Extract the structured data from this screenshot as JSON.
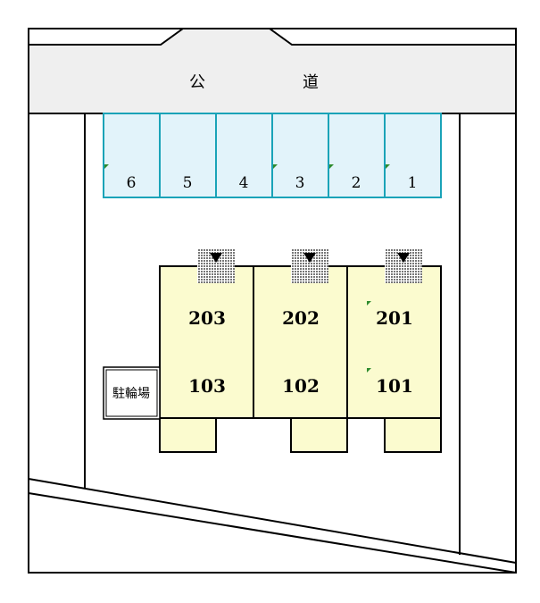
{
  "road": {
    "char1": "公",
    "char2": "道"
  },
  "parking_stalls": [
    "6",
    "5",
    "4",
    "3",
    "2",
    "1"
  ],
  "rooms_upper": [
    "203",
    "202",
    "201"
  ],
  "rooms_lower": [
    "103",
    "102",
    "101"
  ],
  "bicycle_parking": "駐輪場",
  "colors": {
    "road_fill": "#efefef",
    "parking_fill": "#e2f3fa",
    "parking_stroke": "#1aa3b8",
    "building_fill": "#fbfbcf",
    "outline": "#000000",
    "marker": "#2e8b2e"
  }
}
